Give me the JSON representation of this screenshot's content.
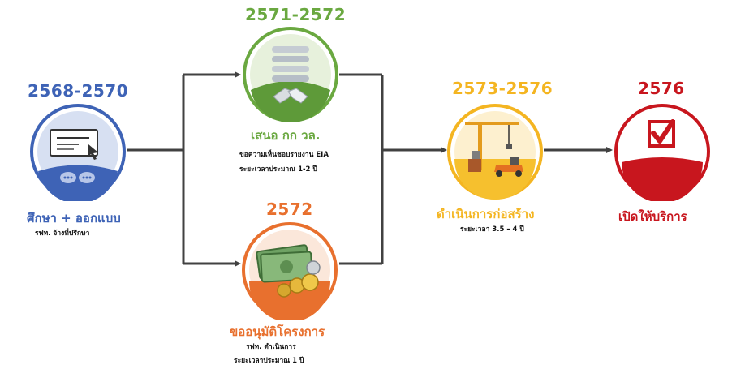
{
  "colors": {
    "study": "#3e63b6",
    "eia": "#6aa840",
    "approval": "#e8702e",
    "construction": "#f4b521",
    "service": "#c8161e",
    "connector": "#414141"
  },
  "stages": {
    "study": {
      "year": "2568-2570",
      "title": "ศึกษา + ออกแบบ",
      "lines": [
        "รฟท. จ้างที่ปรึกษา"
      ],
      "icon": "laptop-chat-icon"
    },
    "eia": {
      "year": "2571-2572",
      "title": "เสนอ กก วล.",
      "lines": [
        "ขอความเห็นชอบรายงาน EIA",
        "ระยะเวลาประมาณ 1-2 ปี"
      ],
      "icon": "document-handshake-icon"
    },
    "approval": {
      "year": "2572",
      "title": "ขออนุมัติโครงการ",
      "lines": [
        "รฟท. ดำเนินการ",
        "ระยะเวลาประมาณ 1 ปี"
      ],
      "icon": "money-coins-icon"
    },
    "construction": {
      "year": "2573-2576",
      "title": "ดำเนินการก่อสร้าง",
      "lines": [
        "ระยะเวลา 3.5 – 4 ปี"
      ],
      "icon": "construction-crane-icon"
    },
    "service": {
      "year": "2576",
      "title": "เปิดให้บริการ",
      "lines": [],
      "icon": "checkbox-icon"
    }
  }
}
